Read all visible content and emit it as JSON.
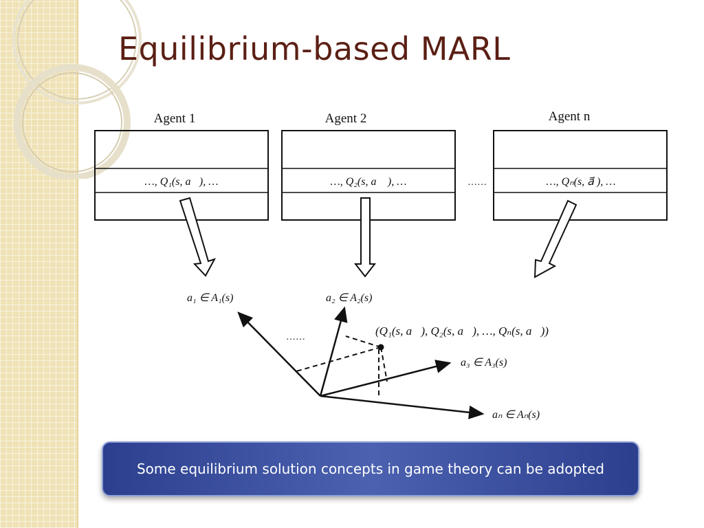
{
  "slide": {
    "title": "Equilibrium-based MARL",
    "caption": "Some equilibrium solution concepts in game theory can be adopted"
  },
  "agents": [
    {
      "name": "Agent 1",
      "q_label": "…, Q₁(s, a⃗), …"
    },
    {
      "name": "Agent 2",
      "q_label": "…, Q₂(s, a⃗ ), …"
    },
    {
      "name": "Agent n",
      "q_label": "…, Qₙ(s, a⃗ ), …"
    }
  ],
  "ellipsis_between_agents": "……",
  "action_labels": {
    "a1": "a₁ ∈ A₁(s)",
    "a2": "a₂ ∈ A₂(s)",
    "a3": "a₃ ∈ A₃(s)",
    "an": "aₙ ∈ Aₙ(s)"
  },
  "joint_point_label": "(Q₁(s, a⃗), Q₂(s, a⃗), …, Qₙ(s, a⃗))",
  "ellipsis_axes": "……"
}
